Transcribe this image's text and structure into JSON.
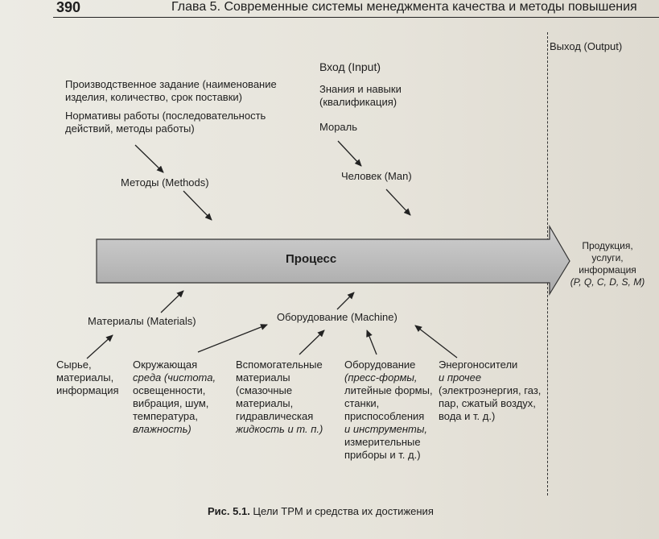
{
  "header": {
    "page_number": "390",
    "title": "Глава 5. Современные системы менеджмента качества и методы повышения"
  },
  "output_heading": "Выход (Output)",
  "input_heading": "Вход (Input)",
  "top_left": {
    "production_task": [
      "Производственное задание (наименование",
      "изделия, количество, срок поставки)"
    ],
    "work_norms": [
      "Нормативы работы (последовательность",
      "действий, методы работы)"
    ],
    "methods": "Методы (Methods)"
  },
  "top_right": {
    "skills": [
      "Знания и навыки",
      "(квалификация)"
    ],
    "morale": "Мораль",
    "man": "Человек (Man)"
  },
  "process": "Процесс",
  "output": [
    "Продукция,",
    "услуги,",
    "информация",
    "(P, Q, C, D, S, M)"
  ],
  "middle_bottom": {
    "materials": "Материалы (Materials)",
    "machine": "Оборудование (Machine)"
  },
  "bottom": {
    "raw": [
      "Сырье,",
      "материалы,",
      "информация"
    ],
    "environment_prefix": "Окружающая",
    "environment_line2_a": "среда",
    "environment_line2_b": " (чистота,",
    "environment_rest": [
      "освещенности,",
      "вибрация, шум,",
      "температура,"
    ],
    "environment_last": "влажность)",
    "aux": [
      "Вспомогательные",
      "материалы",
      "(смазочные",
      "материалы,",
      "гидравлическая"
    ],
    "aux_last": "жидкость и т. п.)",
    "equipment_title": "Оборудование",
    "equipment_italic": "(пресс-формы,",
    "equipment_rest": [
      "литейные формы,",
      "станки,",
      "приспособления"
    ],
    "equipment_italic2": "и инструменты,",
    "equipment_rest2": [
      "измерительные",
      "приборы и т. д.)"
    ],
    "energy_title": "Энергоносители",
    "energy_italic": "и прочее",
    "energy_rest": [
      "(электроэнергия, газ,",
      "пар, сжатый воздух,",
      "вода и т. д.)"
    ]
  },
  "caption": {
    "label": "Рис. 5.1.",
    "text": " Цели TPM и средства их достижения"
  }
}
